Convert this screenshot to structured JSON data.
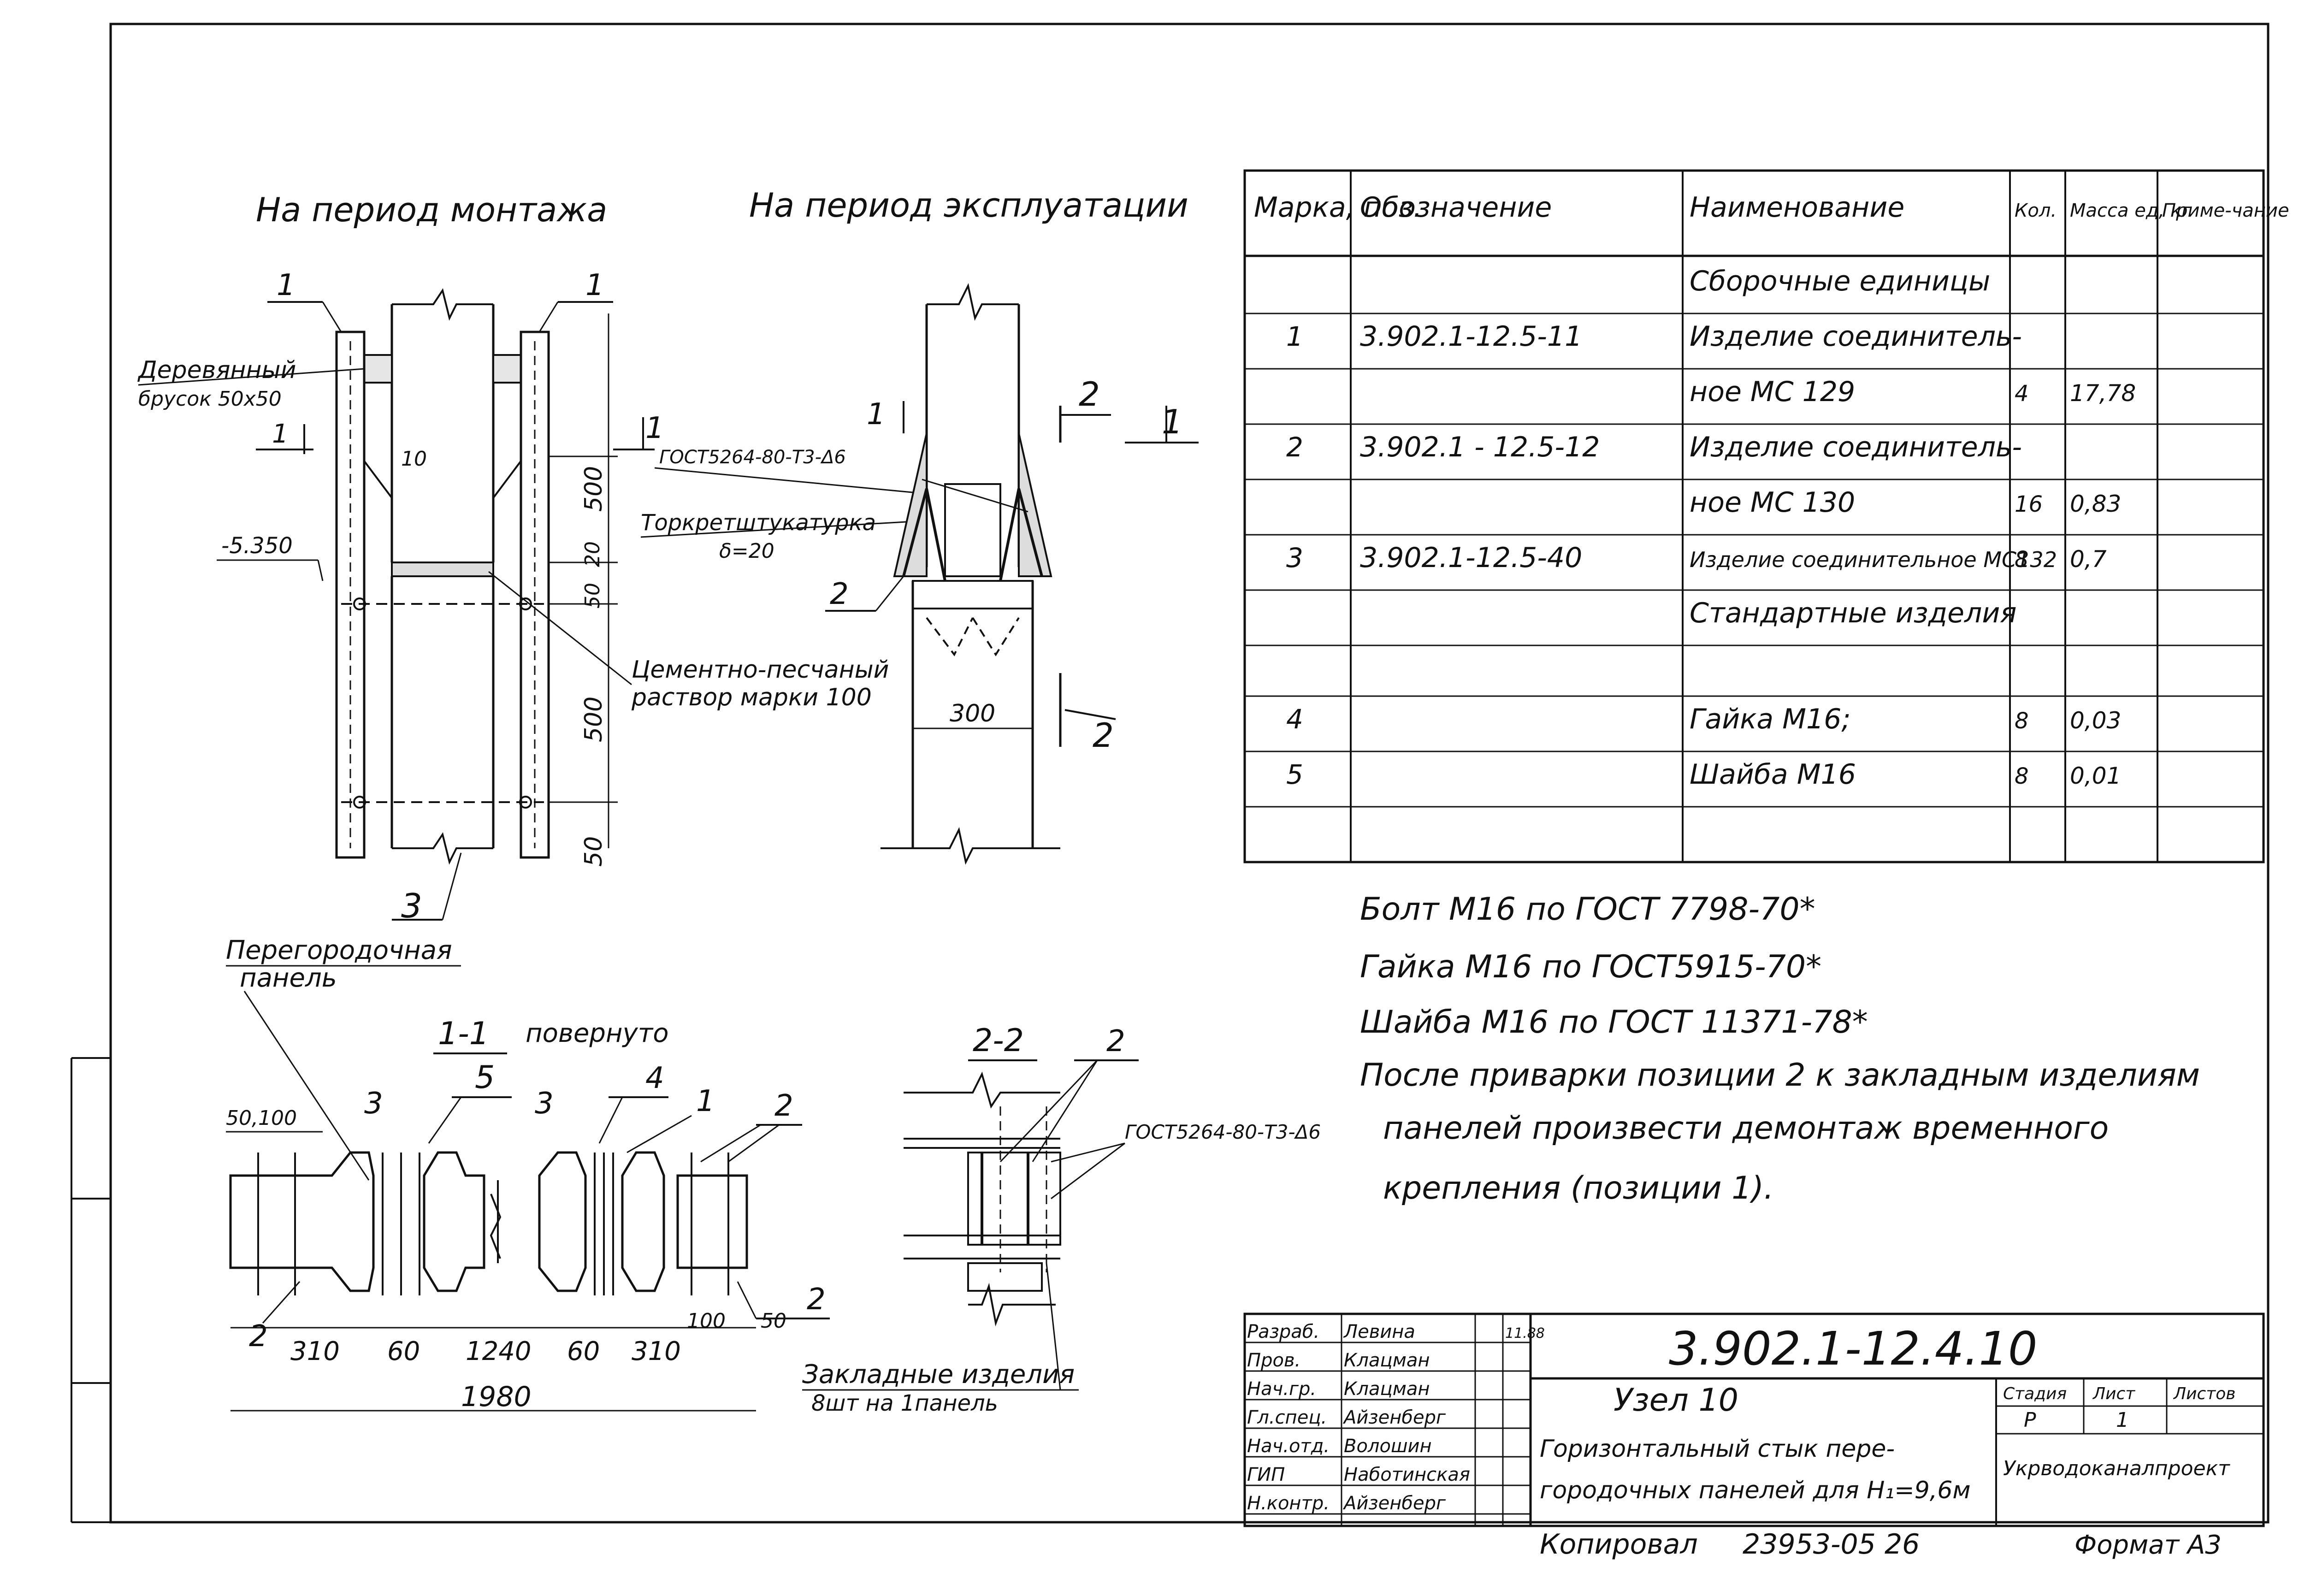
{
  "views": {
    "mount_title": "На период монтажа",
    "service_title": "На период эксплуатации",
    "section_11_title": "1-1",
    "section_11_sub": "повернуто",
    "section_22_title": "2-2"
  },
  "labels": {
    "wood_bar_1": "Деревянный",
    "wood_bar_2": "брусок 50x50",
    "gost_weld_1": "ГОСТ5264-80-Т3-Δ6",
    "gost_weld_2": "ГОСТ5264-80-Т3-Δ6",
    "torkret_1": "Торкретштукатурка",
    "torkret_2": "δ=20",
    "mortar_1": "Цементно-песчаный",
    "mortar_2": "раствор марки 100",
    "partition_1": "Перегородочная",
    "partition_2": "панель",
    "embedded_1": "Закладные изделия",
    "embedded_2": "8шт на 1панель",
    "elev": "-5.350"
  },
  "dims": {
    "d10": "10",
    "d500a": "500",
    "d20": "20",
    "d50a": "50",
    "d500b": "500",
    "d50b": "50",
    "d300": "300",
    "d50_100": "50,100",
    "d310a": "310",
    "d60a": "60",
    "d1240": "1240",
    "d60b": "60",
    "d310b": "310",
    "d1980": "1980",
    "d100": "100",
    "d50c": "50"
  },
  "marks": {
    "m1": "1",
    "m2": "2",
    "m3": "3",
    "m4": "4",
    "m5": "5",
    "sec1": "1",
    "sec2": "2"
  },
  "spec_table": {
    "headers": [
      "Марка, поз.",
      "Обозначение",
      "Наименование",
      "Кол.",
      "Масса ед, кг",
      "Приме-чание"
    ],
    "rows": [
      [
        "",
        "",
        "Сборочные единицы",
        "",
        "",
        ""
      ],
      [
        "1",
        "3.902.1-12.5-11",
        "Изделие соединитель-",
        "",
        "",
        ""
      ],
      [
        "",
        "",
        "ное МС 129",
        "4",
        "17,78",
        ""
      ],
      [
        "2",
        "3.902.1 - 12.5-12",
        "Изделие соединитель-",
        "",
        "",
        ""
      ],
      [
        "",
        "",
        "ное МС 130",
        "16",
        "0,83",
        ""
      ],
      [
        "3",
        "3.902.1-12.5-40",
        "Изделие соединительное МС132",
        "8",
        "0,7",
        ""
      ],
      [
        "",
        "",
        "Стандартные изделия",
        "",
        "",
        ""
      ],
      [
        "",
        "",
        "",
        "",
        "",
        ""
      ],
      [
        "4",
        "",
        "Гайка М16;",
        "8",
        "0,03",
        ""
      ],
      [
        "5",
        "",
        "Шайба М16",
        "8",
        "0,01",
        ""
      ],
      [
        "",
        "",
        "",
        "",
        "",
        ""
      ]
    ]
  },
  "notes": [
    "Болт М16 по ГОСТ 7798-70*",
    "Гайка М16 по ГОСТ5915-70*",
    "Шайба М16 по ГОСТ 11371-78*",
    "После приварки позиции 2 к закладным изделиям",
    "панелей произвести демонтаж временного",
    "крепления (позиции 1)."
  ],
  "title_block": {
    "doc_code": "3.902.1-12.4.10",
    "node": "Узел 10",
    "desc_1": "Горизонтальный стык пере-",
    "desc_2": "городочных панелей для Н₁=9,6м",
    "stage_label": "Стадия",
    "sheet_label": "Лист",
    "sheets_label": "Листов",
    "stage_val": "Р",
    "sheet_val": "1",
    "org": "Укрводоканалпроект",
    "roles": [
      {
        "role": "Разраб.",
        "name": "Левина",
        "date": "11.88"
      },
      {
        "role": "Пров.",
        "name": "Клацман",
        "date": ""
      },
      {
        "role": "Нач.гр.",
        "name": "Клацман",
        "date": ""
      },
      {
        "role": "Гл.спец.",
        "name": "Айзенберг",
        "date": ""
      },
      {
        "role": "Нач.отд.",
        "name": "Волошин",
        "date": ""
      },
      {
        "role": "ГИП",
        "name": "Наботинская",
        "date": ""
      },
      {
        "role": "Н.контр.",
        "name": "Айзенберг",
        "date": ""
      }
    ]
  },
  "footer": {
    "copy": "Копировал",
    "order": "23953-05 26",
    "format": "Формат А3"
  }
}
